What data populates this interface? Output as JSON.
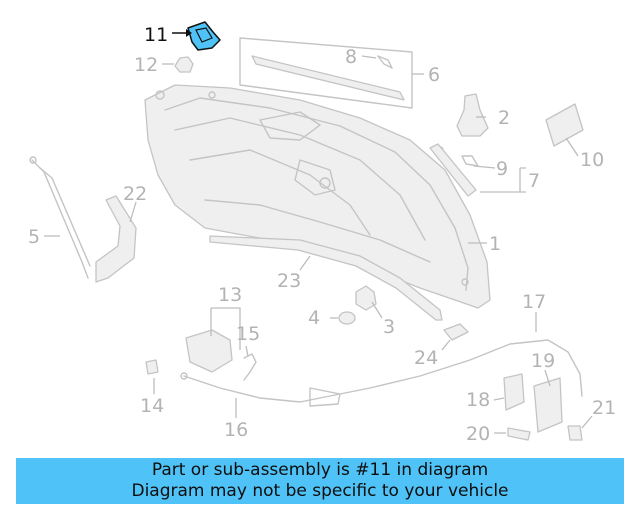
{
  "diagram": {
    "highlight_color": "#4fc3f7",
    "callouts": [
      {
        "id": "11",
        "label": "11",
        "highlighted": true
      },
      {
        "id": "12",
        "label": "12"
      },
      {
        "id": "8",
        "label": "8"
      },
      {
        "id": "6",
        "label": "6"
      },
      {
        "id": "2",
        "label": "2"
      },
      {
        "id": "10",
        "label": "10"
      },
      {
        "id": "9",
        "label": "9"
      },
      {
        "id": "7",
        "label": "7"
      },
      {
        "id": "22",
        "label": "22"
      },
      {
        "id": "5",
        "label": "5"
      },
      {
        "id": "1",
        "label": "1"
      },
      {
        "id": "23",
        "label": "23"
      },
      {
        "id": "13",
        "label": "13"
      },
      {
        "id": "4",
        "label": "4"
      },
      {
        "id": "3",
        "label": "3"
      },
      {
        "id": "17",
        "label": "17"
      },
      {
        "id": "15",
        "label": "15"
      },
      {
        "id": "24",
        "label": "24"
      },
      {
        "id": "19",
        "label": "19"
      },
      {
        "id": "14",
        "label": "14"
      },
      {
        "id": "18",
        "label": "18"
      },
      {
        "id": "21",
        "label": "21"
      },
      {
        "id": "16",
        "label": "16"
      },
      {
        "id": "20",
        "label": "20"
      }
    ]
  },
  "banner": {
    "line1": "Part or sub-assembly is #11 in diagram",
    "line2": "Diagram may not be specific to your vehicle",
    "background": "#4fc3f7"
  }
}
